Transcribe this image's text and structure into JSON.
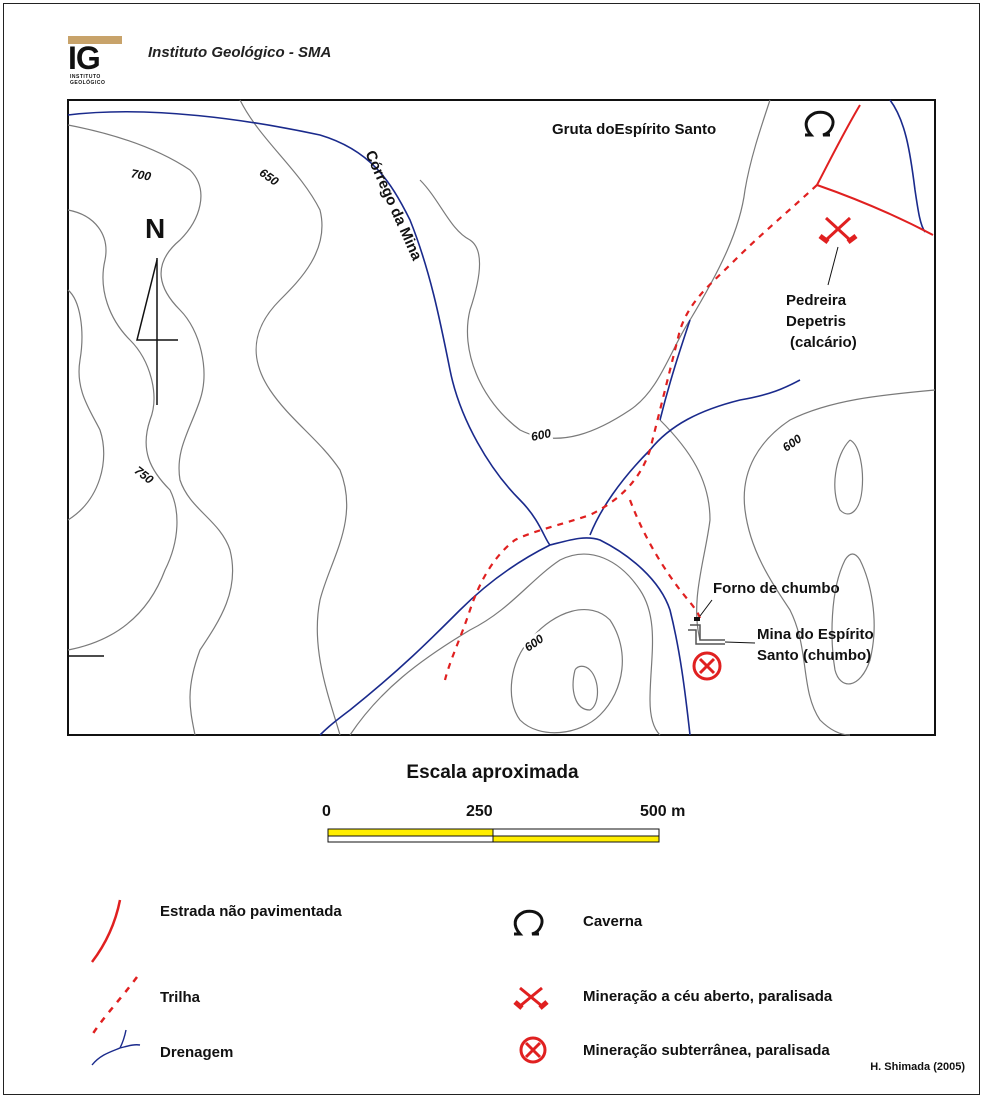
{
  "header": {
    "logo_text": "IG",
    "logo_subtext": "INSTITUTO GEOLÓGICO",
    "title": "Instituto Geológico - SMA"
  },
  "map": {
    "labels": {
      "cave": "Gruta doEspírito Santo",
      "quarry_line1": "Pedreira",
      "quarry_line2": "Depetris",
      "quarry_line3": "(calcário)",
      "furnace": "Forno de chumbo",
      "mine_line1": "Mina do Espírito",
      "mine_line2": "Santo (chumbo)",
      "creek": "Córrego da Mina",
      "north": "N"
    },
    "contours": [
      "700",
      "650",
      "750",
      "600",
      "600",
      "600"
    ]
  },
  "scale": {
    "title": "Escala aproximada",
    "ticks": [
      "0",
      "250",
      "500 m"
    ]
  },
  "legend": {
    "road": "Estrada não pavimentada",
    "trail": "Trilha",
    "drainage": "Drenagem",
    "cave": "Caverna",
    "open_pit": "Mineração a céu aberto, paralisada",
    "underground": "Mineração subterrânea, paralisada"
  },
  "credit": "H. Shimada (2005)",
  "colors": {
    "road": "#e02020",
    "trail": "#e02020",
    "drainage": "#1a2a8c",
    "contour": "#777777",
    "scale_fill": "#ffee00"
  }
}
